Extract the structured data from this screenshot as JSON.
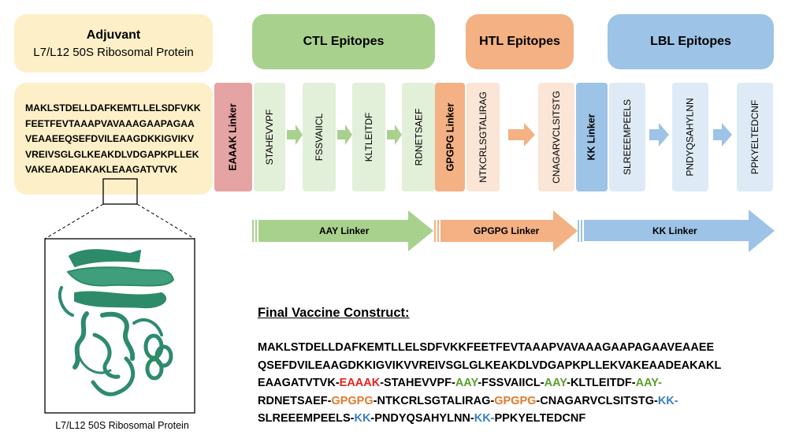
{
  "adjuvant": {
    "title": "Adjuvant",
    "subtitle": "L7/L12 50S Ribosomal Protein",
    "sequence_lines": [
      "MAKLSTDELLDAFKEMTLLELSDFVKK",
      "FEETFEVTAAAPVAVAAAGAAPAGAA",
      "VEAAEEQSEFDVILEAAGDKKIGVIKV",
      "VREIVSGLGLKEAKDLVDGAPKPLLEK",
      "VAKEAADEAKAKLEAAGATVTVK"
    ],
    "caption": "L7/L12 50S Ribosomal Protein"
  },
  "headers": {
    "ctl": "CTL Epitopes",
    "htl": "HTL Epitopes",
    "lbl": "LBL Epitopes"
  },
  "linkers": {
    "eaaak": "EAAAK Linker",
    "gpgpg": "GPGPG Linker",
    "kk": "KK Linker"
  },
  "ctl_epitopes": [
    "STAHEVVPF",
    "FSSVAIICL",
    "KLTLEITDF",
    "RDNETSAEF"
  ],
  "htl_epitopes": [
    "NTKCRLSGTALIRAG",
    "CNAGARVCLSITSTG"
  ],
  "lbl_epitopes": [
    "SLREEEMPEELS",
    "PNDYQSAHYLNN",
    "PPKYELTEDCNF"
  ],
  "arrow_labels": {
    "aay": "AAY Linker",
    "gpgpg": "GPGPG Linker",
    "kk": "KK Linker"
  },
  "final": {
    "title": "Final Vaccine Construct:",
    "lines": [
      [
        {
          "t": "MAKLSTDELLDAFKEMTLLELSDFVKKFEETFEVTAAAPVAVAAAGAAPAGAAVEAAEE",
          "c": "#000000"
        }
      ],
      [
        {
          "t": "QSEFDVILEAAGDKKIGVIKVVREIVSGLGLKEAKDLVDGAPKPLLEKVAKEAADEAKAKL",
          "c": "#000000"
        }
      ],
      [
        {
          "t": "EAAGATVTVK-",
          "c": "#000000"
        },
        {
          "t": "EAAAK",
          "c": "#e8221e"
        },
        {
          "t": "-STAHEVVPF-",
          "c": "#000000"
        },
        {
          "t": "AAY",
          "c": "#5a9e2c"
        },
        {
          "t": "-FSSVAIICL-",
          "c": "#000000"
        },
        {
          "t": "AAY",
          "c": "#5a9e2c"
        },
        {
          "t": "-KLTLEITDF-",
          "c": "#000000"
        },
        {
          "t": "AAY-",
          "c": "#5a9e2c"
        }
      ],
      [
        {
          "t": "RDNETSAEF-",
          "c": "#000000"
        },
        {
          "t": "GPGPG",
          "c": "#e07b2c"
        },
        {
          "t": "-NTKCRLSGTALIRAG-",
          "c": "#000000"
        },
        {
          "t": "GPGPG",
          "c": "#e07b2c"
        },
        {
          "t": "-CNAGARVCLSITSTG-",
          "c": "#000000"
        },
        {
          "t": "KK-",
          "c": "#3a7fc4"
        }
      ],
      [
        {
          "t": "SLREEEMPEELS-",
          "c": "#000000"
        },
        {
          "t": "KK",
          "c": "#3a7fc4"
        },
        {
          "t": "-PNDYQSAHYLNN-",
          "c": "#000000"
        },
        {
          "t": "KK-",
          "c": "#3a7fc4"
        },
        {
          "t": "PPKYELTEDCNF",
          "c": "#000000"
        }
      ]
    ]
  },
  "colors": {
    "adjuvant_bg": "#fdf0c8",
    "ctl_header": "#a9d18e",
    "ctl_box": "#e2f0d9",
    "htl_header": "#f4b183",
    "htl_box": "#fbe5d6",
    "lbl_header": "#9dc3e6",
    "lbl_box": "#deebf7",
    "eaaak": "#e6a3a3",
    "protein": "#2e8b6a"
  }
}
